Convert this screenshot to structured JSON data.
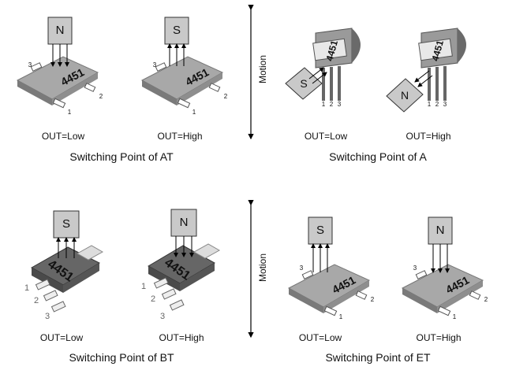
{
  "panels": {
    "AT": {
      "left": {
        "magnet": "N",
        "ic": "4451",
        "out": "OUT=Low",
        "pins": [
          "3",
          "2",
          "1"
        ]
      },
      "right": {
        "magnet": "S",
        "ic": "4451",
        "out": "OUT=High",
        "pins": [
          "3",
          "2",
          "1"
        ]
      },
      "caption": "Switching Point of AT"
    },
    "A": {
      "left": {
        "magnet": "S",
        "ic": "4451",
        "out": "OUT=Low",
        "pins": [
          "1",
          "2",
          "3"
        ]
      },
      "right": {
        "magnet": "N",
        "ic": "4451",
        "out": "OUT=High",
        "pins": [
          "1",
          "2",
          "3"
        ]
      },
      "caption": "Switching Point of A"
    },
    "BT": {
      "left": {
        "magnet": "S",
        "ic": "4451",
        "out": "OUT=Low",
        "pins": [
          "1",
          "2",
          "3"
        ]
      },
      "right": {
        "magnet": "N",
        "ic": "4451",
        "out": "OUT=High",
        "pins": [
          "1",
          "2",
          "3"
        ]
      },
      "caption": "Switching Point of BT"
    },
    "ET": {
      "left": {
        "magnet": "S",
        "ic": "4451",
        "out": "OUT=Low",
        "pins": [
          "3",
          "2",
          "1"
        ]
      },
      "right": {
        "magnet": "N",
        "ic": "4451",
        "out": "OUT=High",
        "pins": [
          "3",
          "2",
          "1"
        ]
      },
      "caption": "Switching Point of ET"
    }
  },
  "motion_label": "Motion",
  "colors": {
    "package": "#8c8c8c",
    "package_dark": "#5a5a5a",
    "magnet": "#c9c9c9",
    "pin": "#ffffff"
  }
}
